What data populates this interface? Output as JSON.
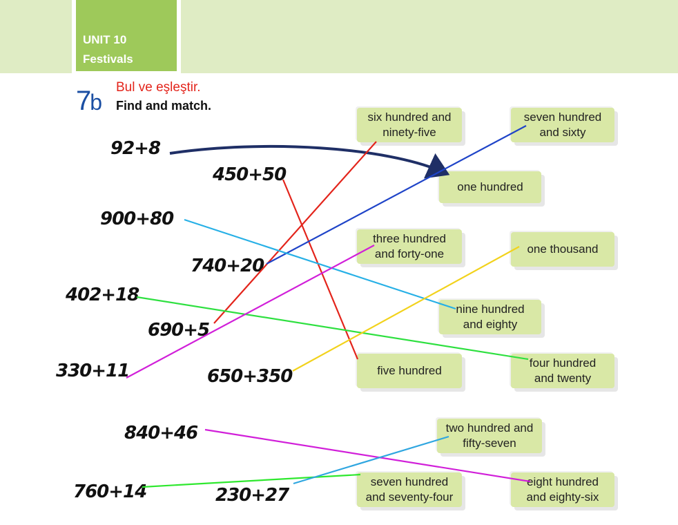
{
  "header": {
    "unit_label": "UNIT 10",
    "unit_name": "Festivals"
  },
  "exercise": {
    "number": "7",
    "letter": "b",
    "instruction_tr": "Bul ve eşleştir.",
    "instruction_en": "Find and match."
  },
  "sums": [
    "92+8",
    "450+50",
    "900+80",
    "740+20",
    "402+18",
    "690+5",
    "330+11",
    "650+350",
    "840+46",
    "760+14",
    "230+27"
  ],
  "answers": [
    "six hundred and\nninety-five",
    "seven hundred\nand sixty",
    "one hundred",
    "three hundred\nand forty-one",
    "one thousand",
    "nine hundred\nand eighty",
    "five hundred",
    "four hundred\nand twenty",
    "two hundred and\nfifty-seven",
    "seven hundred\nand seventy-four",
    "eight hundred\nand eighty-six"
  ],
  "colors": {
    "header_band": "#dfecc4",
    "unit_box": "#9ec95a",
    "answer_box": "#d9e8a6",
    "example_arrow": "#1f2f66",
    "line_red": "#e3241b",
    "line_blue": "#1f44c8",
    "line_cyan": "#27b0e6",
    "line_green": "#2ee040",
    "line_magenta": "#d11fd9",
    "line_yellow": "#f2d21c",
    "line_light_blue": "#2fa6e0",
    "line_lime": "#2ee82e"
  }
}
